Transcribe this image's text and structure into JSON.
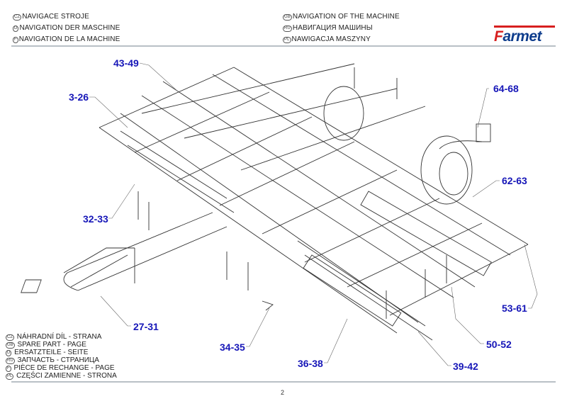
{
  "header": {
    "left": [
      {
        "lang": "CZ",
        "text": "NAVIGACE STROJE"
      },
      {
        "lang": "D",
        "text": "NAVIGATION DER MASCHINE"
      },
      {
        "lang": "F",
        "text": "NAVIGATION DE LA MACHINE"
      }
    ],
    "right": [
      {
        "lang": "GB",
        "text": "NAVIGATION OF THE MACHINE"
      },
      {
        "lang": "RU",
        "text": "НАВИГАЦИЯ МАШИНЫ"
      },
      {
        "lang": "PL",
        "text": "NAWIGACJA MASZYNY"
      }
    ],
    "logo": {
      "first_letter": "F",
      "rest": "armet",
      "brand_red": "#d71f1f",
      "brand_blue": "#0d3c8c"
    }
  },
  "callouts": [
    {
      "id": "43-49",
      "label": "43-49"
    },
    {
      "id": "3-26",
      "label": "3-26"
    },
    {
      "id": "64-68",
      "label": "64-68"
    },
    {
      "id": "62-63",
      "label": "62-63"
    },
    {
      "id": "32-33",
      "label": "32-33"
    },
    {
      "id": "53-61",
      "label": "53-61"
    },
    {
      "id": "27-31",
      "label": "27-31"
    },
    {
      "id": "50-52",
      "label": "50-52"
    },
    {
      "id": "34-35",
      "label": "34-35"
    },
    {
      "id": "36-38",
      "label": "36-38"
    },
    {
      "id": "39-42",
      "label": "39-42"
    }
  ],
  "callout_color": "#1616b8",
  "footer": {
    "legend": [
      {
        "lang": "CZ",
        "text": "NÁHRADNÍ DÍL - STRANA"
      },
      {
        "lang": "GB",
        "text": "SPARE PART - PAGE"
      },
      {
        "lang": "D",
        "text": "ERSATZTEILE - SEITE"
      },
      {
        "lang": "RU",
        "text": "ЗАПЧАСТЬ - СТРАНИЦА"
      },
      {
        "lang": "F",
        "text": "PIÈCE DE RECHANGE - PAGE"
      },
      {
        "lang": "PL",
        "text": "CZĘŚCI ZAMIENNE - STRONA"
      }
    ],
    "page_number": "2"
  },
  "drawing": {
    "subject": "machine-isometric-exploded-view"
  }
}
